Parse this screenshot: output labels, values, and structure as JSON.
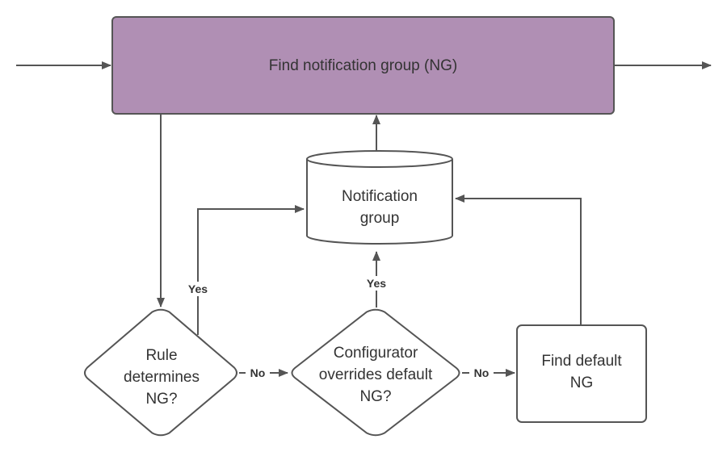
{
  "colors": {
    "top_fill": "#b08fb4",
    "shape_fill": "#ffffff",
    "line": "#555555",
    "text": "#333333"
  },
  "nodes": {
    "find_ng": {
      "label": "Find notification group (NG)"
    },
    "notification_group": {
      "line1": "Notification",
      "line2": "group"
    },
    "rule_decision": {
      "line1": "Rule",
      "line2": "determines",
      "line3": "NG?"
    },
    "configurator_decision": {
      "line1": "Configurator",
      "line2": "overrides default",
      "line3": "NG?"
    },
    "find_default": {
      "line1": "Find default",
      "line2": "NG"
    }
  },
  "edges": {
    "rule_yes": "Yes",
    "rule_no": "No",
    "configurator_yes": "Yes",
    "configurator_no": "No"
  }
}
